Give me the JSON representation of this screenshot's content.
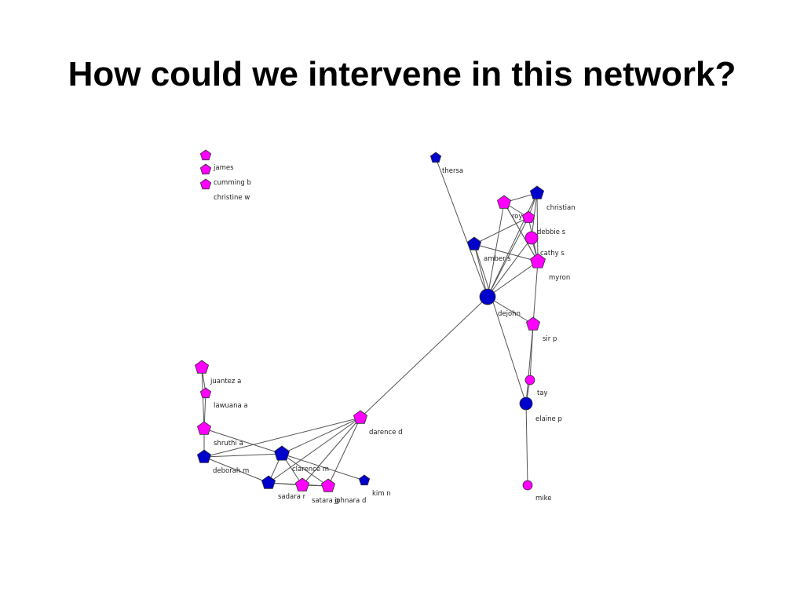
{
  "slide": {
    "title": "How could we intervene in this network?"
  },
  "colors": {
    "female": "#ff00ff",
    "male": "#0000cc",
    "edge": "#555555",
    "stroke": "#333333"
  },
  "network": {
    "nodes": [
      {
        "id": "iso1",
        "label": "",
        "color": "female",
        "shape": "pentagon"
      },
      {
        "id": "james",
        "label": "james",
        "color": "female",
        "shape": "pentagon"
      },
      {
        "id": "cumming",
        "label": "cumming b",
        "color": "female",
        "shape": "pentagon"
      },
      {
        "id": "christine",
        "label": "christine w",
        "color": "female",
        "shape": "pentagon"
      },
      {
        "id": "thersa",
        "label": "thersa",
        "color": "male",
        "shape": "pentagon"
      },
      {
        "id": "roy",
        "label": "roy",
        "color": "female",
        "shape": "pentagon"
      },
      {
        "id": "christian",
        "label": "christian",
        "color": "male",
        "shape": "pentagon"
      },
      {
        "id": "debbie",
        "label": "debbie s",
        "color": "female",
        "shape": "pentagon"
      },
      {
        "id": "debbie2",
        "label": "",
        "color": "female",
        "shape": "circle"
      },
      {
        "id": "amber",
        "label": "amber s",
        "color": "male",
        "shape": "pentagon"
      },
      {
        "id": "cathy",
        "label": "cathy s",
        "color": "female",
        "shape": "pentagon"
      },
      {
        "id": "myron",
        "label": "myron",
        "color": "female",
        "shape": "pentagon"
      },
      {
        "id": "dejohn",
        "label": "dejohn",
        "color": "male",
        "shape": "circle"
      },
      {
        "id": "sirp",
        "label": "sir p",
        "color": "female",
        "shape": "pentagon"
      },
      {
        "id": "tay",
        "label": "tay",
        "color": "female",
        "shape": "circle"
      },
      {
        "id": "elaine",
        "label": "elaine p",
        "color": "male",
        "shape": "circle"
      },
      {
        "id": "mike",
        "label": "mike",
        "color": "female",
        "shape": "circle"
      },
      {
        "id": "juantez",
        "label": "juantez a",
        "color": "female",
        "shape": "pentagon"
      },
      {
        "id": "lawuana",
        "label": "lawuana a",
        "color": "female",
        "shape": "pentagon"
      },
      {
        "id": "shruthi",
        "label": "shruthi a",
        "color": "female",
        "shape": "pentagon"
      },
      {
        "id": "deborah",
        "label": "deborah m",
        "color": "male",
        "shape": "pentagon"
      },
      {
        "id": "clarence",
        "label": "clarence m",
        "color": "male",
        "shape": "pentagon"
      },
      {
        "id": "darence",
        "label": "darence d",
        "color": "female",
        "shape": "pentagon"
      },
      {
        "id": "sadara",
        "label": "sadara r",
        "color": "male",
        "shape": "pentagon"
      },
      {
        "id": "satara",
        "label": "satara g",
        "color": "female",
        "shape": "pentagon"
      },
      {
        "id": "johnara",
        "label": "johnara d",
        "color": "female",
        "shape": "pentagon"
      },
      {
        "id": "kimn",
        "label": "kim n",
        "color": "male",
        "shape": "pentagon"
      }
    ],
    "edges": [
      [
        "thersa",
        "dejohn"
      ],
      [
        "roy",
        "christian"
      ],
      [
        "roy",
        "debbie"
      ],
      [
        "roy",
        "cathy"
      ],
      [
        "roy",
        "dejohn"
      ],
      [
        "roy",
        "myron"
      ],
      [
        "christian",
        "debbie"
      ],
      [
        "christian",
        "cathy"
      ],
      [
        "christian",
        "dejohn"
      ],
      [
        "christian",
        "debbie2"
      ],
      [
        "debbie",
        "cathy"
      ],
      [
        "debbie",
        "dejohn"
      ],
      [
        "debbie",
        "amber"
      ],
      [
        "debbie2",
        "cathy"
      ],
      [
        "debbie2",
        "dejohn"
      ],
      [
        "amber",
        "cathy"
      ],
      [
        "amber",
        "dejohn"
      ],
      [
        "amber",
        "elaine"
      ],
      [
        "cathy",
        "dejohn"
      ],
      [
        "cathy",
        "sirp"
      ],
      [
        "dejohn",
        "darence"
      ],
      [
        "dejohn",
        "sirp"
      ],
      [
        "sirp",
        "tay"
      ],
      [
        "sirp",
        "elaine"
      ],
      [
        "tay",
        "elaine"
      ],
      [
        "elaine",
        "mike"
      ],
      [
        "juantez",
        "lawuana"
      ],
      [
        "juantez",
        "shruthi"
      ],
      [
        "lawuana",
        "shruthi"
      ],
      [
        "shruthi",
        "deborah"
      ],
      [
        "shruthi",
        "clarence"
      ],
      [
        "deborah",
        "clarence"
      ],
      [
        "deborah",
        "sadara"
      ],
      [
        "deborah",
        "darence"
      ],
      [
        "clarence",
        "darence"
      ],
      [
        "clarence",
        "sadara"
      ],
      [
        "clarence",
        "satara"
      ],
      [
        "clarence",
        "johnara"
      ],
      [
        "clarence",
        "kimn"
      ],
      [
        "darence",
        "sadara"
      ],
      [
        "darence",
        "satara"
      ],
      [
        "darence",
        "johnara"
      ],
      [
        "sadara",
        "satara"
      ],
      [
        "sadara",
        "johnara"
      ],
      [
        "satara",
        "johnara"
      ]
    ]
  }
}
